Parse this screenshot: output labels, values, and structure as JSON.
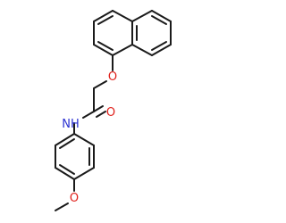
{
  "molecule": {
    "atoms": {
      "ether_oxygen": {
        "text": "O",
        "color": "#e0201b"
      },
      "carbonyl_oxygen": {
        "text": "O",
        "color": "#e0201b"
      },
      "amide_nitrogen": {
        "text": "NH",
        "color": "#2b31d1"
      },
      "methoxy_oxygen": {
        "text": "O",
        "color": "#e0201b"
      }
    },
    "bond_color": "#1a1a1a"
  }
}
